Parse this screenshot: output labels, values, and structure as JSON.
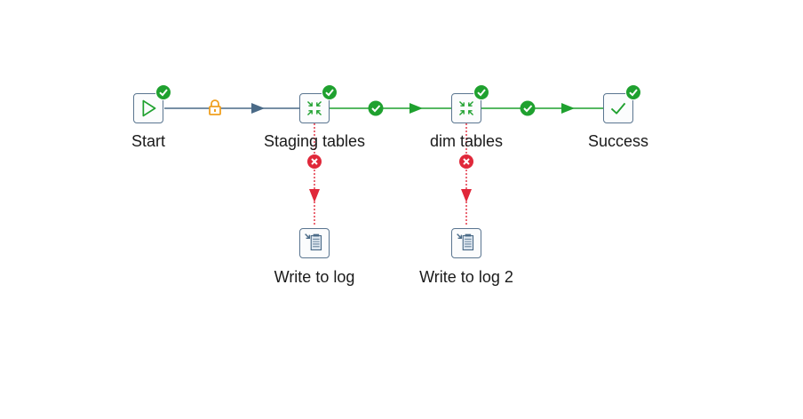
{
  "nodes": {
    "start": {
      "label": "Start",
      "icon": "play-icon",
      "status": "success"
    },
    "staging": {
      "label": "Staging tables",
      "icon": "transform-icon",
      "status": "success"
    },
    "dim": {
      "label": "dim tables",
      "icon": "transform-icon",
      "status": "success"
    },
    "success": {
      "label": "Success",
      "icon": "check-icon",
      "status": "success"
    },
    "log1": {
      "label": "Write to log",
      "icon": "log-icon"
    },
    "log2": {
      "label": "Write to log 2",
      "icon": "log-icon"
    }
  },
  "hops": [
    {
      "from": "start",
      "to": "staging",
      "type": "unconditional",
      "icon": "lock-icon",
      "color": "#4a6a87"
    },
    {
      "from": "staging",
      "to": "dim",
      "type": "on-success",
      "icon": "check-icon",
      "color": "#1fa12f"
    },
    {
      "from": "dim",
      "to": "success",
      "type": "on-success",
      "icon": "check-icon",
      "color": "#1fa12f"
    },
    {
      "from": "staging",
      "to": "log1",
      "type": "on-failure",
      "icon": "error-icon",
      "color": "#e0283a"
    },
    {
      "from": "dim",
      "to": "log2",
      "type": "on-failure",
      "icon": "error-icon",
      "color": "#e0283a"
    }
  ],
  "colors": {
    "node_border": "#5a7590",
    "success": "#1fa12f",
    "failure": "#e0283a",
    "lock": "#f0a020"
  }
}
